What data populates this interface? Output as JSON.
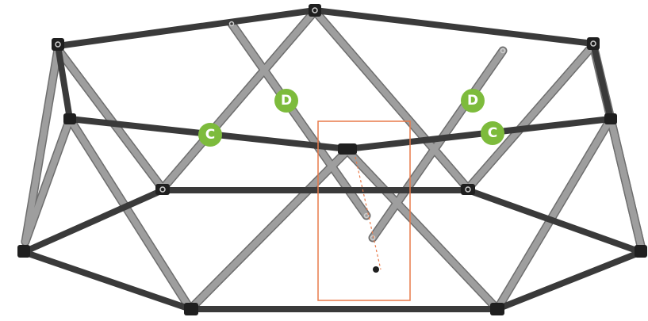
{
  "colors": {
    "dark_pole": "#3a3a3a",
    "light_pole": "#9a9a9a",
    "light_pole_edge": "#6e6e6e",
    "badge_green": "#7dbb3c",
    "highlight": "#e87a4a",
    "connector": "#1f1f1f"
  },
  "badges": [
    {
      "name": "badge-c-left",
      "label": "C"
    },
    {
      "name": "badge-d-left",
      "label": "D"
    },
    {
      "name": "badge-d-right",
      "label": "D"
    },
    {
      "name": "badge-c-right",
      "label": "C"
    }
  ]
}
